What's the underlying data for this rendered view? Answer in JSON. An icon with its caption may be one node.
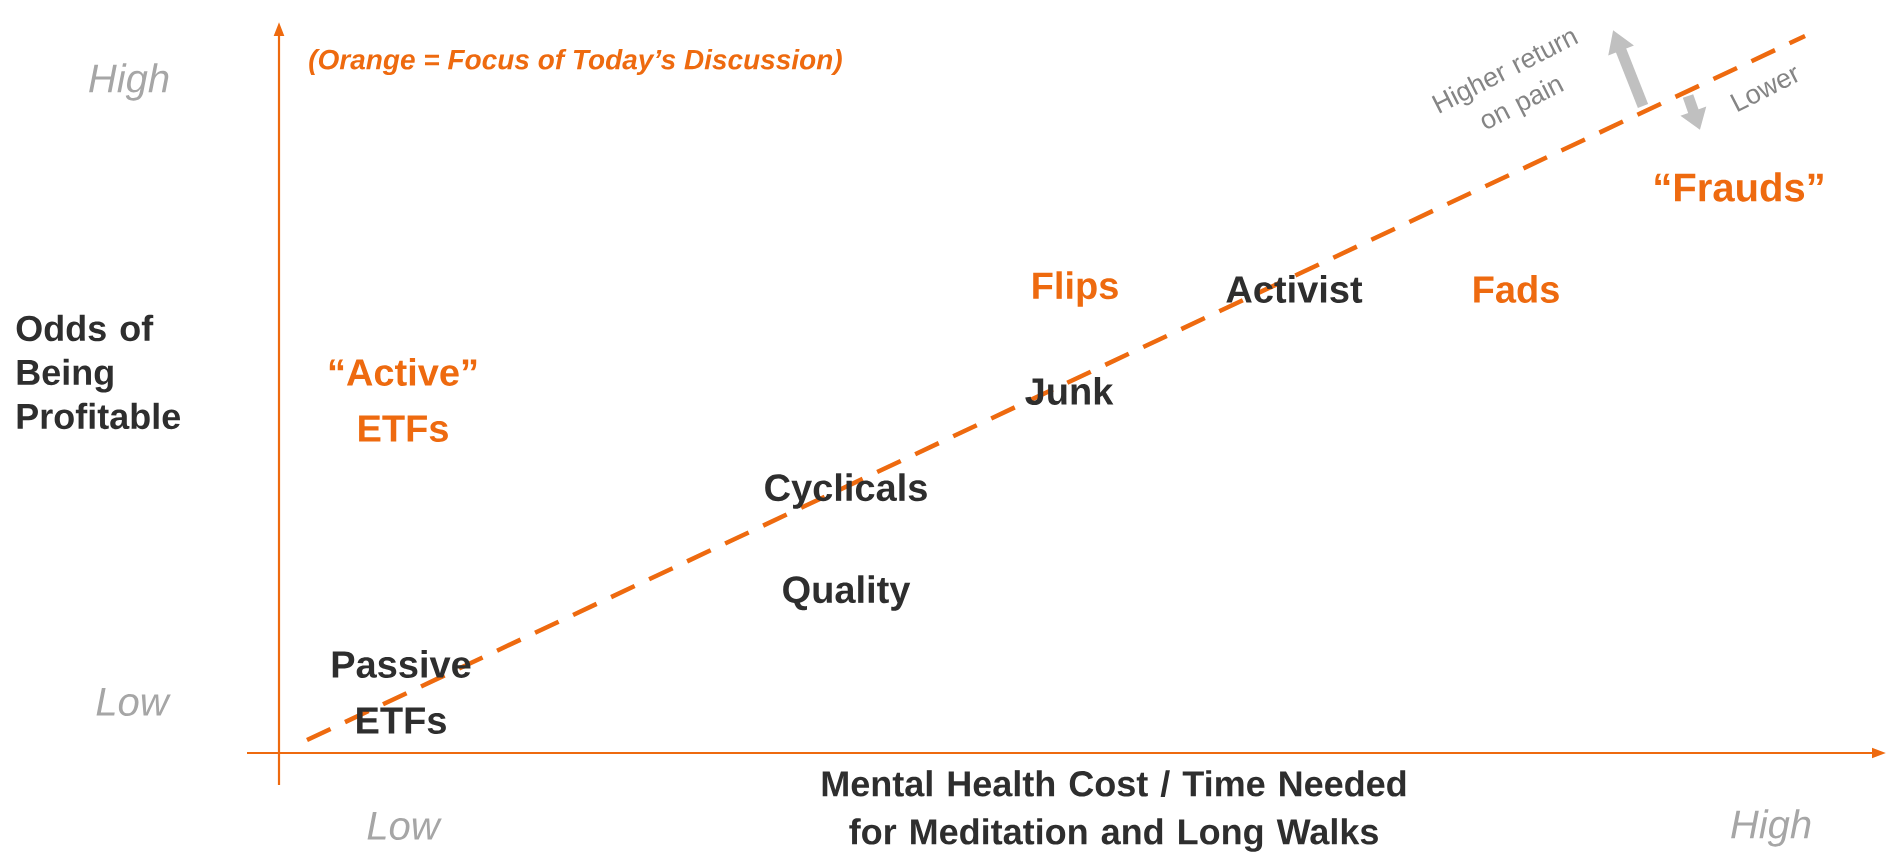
{
  "diagram": {
    "labels": [
      "(Orange = Focus of Today’s Discussion)",
      "High",
      "Higher return on pain",
      "Lower",
      "“Frauds”",
      "Flips",
      "Activist",
      "Fads",
      "Odds of Being Profitable",
      "“Active” ETFs",
      "Junk",
      "Cyclicals",
      "Quality",
      "Passive ETFs",
      "Low",
      "Mental Health Cost / Time Needed for Meditation and Long Walks",
      "Low",
      "High"
    ]
  }
}
